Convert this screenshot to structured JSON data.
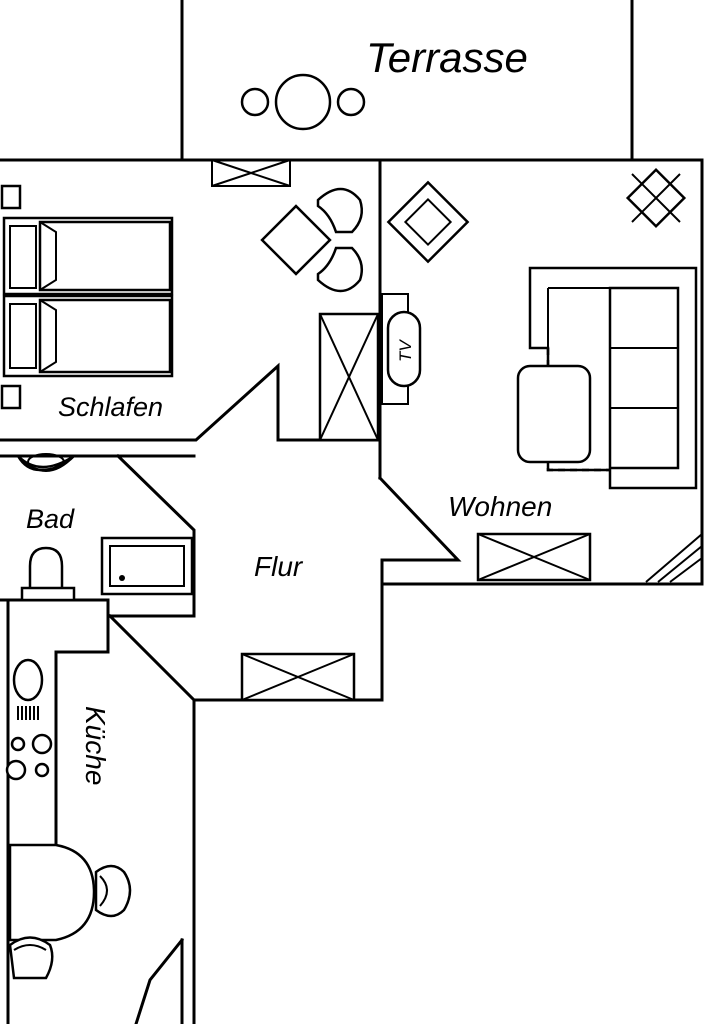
{
  "plan": {
    "rooms": {
      "terrasse": "Terrasse",
      "schlafen": "Schlafen",
      "wohnen": "Wohnen",
      "bad": "Bad",
      "flur": "Flur",
      "kueche": "Küche"
    },
    "tv_label": "TV"
  }
}
